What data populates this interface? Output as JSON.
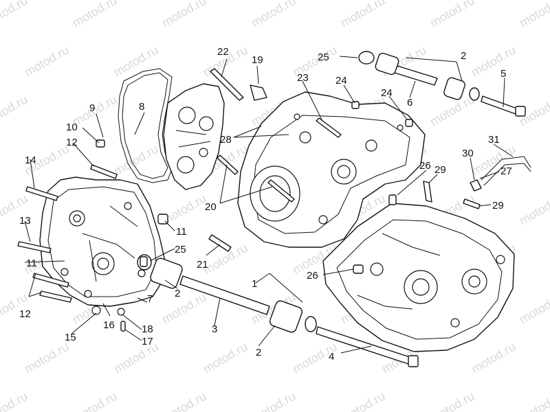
{
  "watermark": "motod.ru",
  "callouts": [
    {
      "id": "c1",
      "label": "1"
    },
    {
      "id": "c2a",
      "label": "2"
    },
    {
      "id": "c2b",
      "label": "2"
    },
    {
      "id": "c2c",
      "label": "2"
    },
    {
      "id": "c3",
      "label": "3"
    },
    {
      "id": "c4",
      "label": "4"
    },
    {
      "id": "c5",
      "label": "5"
    },
    {
      "id": "c6",
      "label": "6"
    },
    {
      "id": "c7",
      "label": "7"
    },
    {
      "id": "c8",
      "label": "8"
    },
    {
      "id": "c9",
      "label": "9"
    },
    {
      "id": "c10",
      "label": "10"
    },
    {
      "id": "c11a",
      "label": "11"
    },
    {
      "id": "c11b",
      "label": "11"
    },
    {
      "id": "c12a",
      "label": "12"
    },
    {
      "id": "c12b",
      "label": "12"
    },
    {
      "id": "c13",
      "label": "13"
    },
    {
      "id": "c14",
      "label": "14"
    },
    {
      "id": "c15",
      "label": "15"
    },
    {
      "id": "c16",
      "label": "16"
    },
    {
      "id": "c17",
      "label": "17"
    },
    {
      "id": "c18",
      "label": "18"
    },
    {
      "id": "c19",
      "label": "19"
    },
    {
      "id": "c20",
      "label": "20"
    },
    {
      "id": "c21",
      "label": "21"
    },
    {
      "id": "c22",
      "label": "22"
    },
    {
      "id": "c23",
      "label": "23"
    },
    {
      "id": "c24a",
      "label": "24"
    },
    {
      "id": "c24b",
      "label": "24"
    },
    {
      "id": "c25a",
      "label": "25"
    },
    {
      "id": "c25b",
      "label": "25"
    },
    {
      "id": "c26a",
      "label": "26"
    },
    {
      "id": "c26b",
      "label": "26"
    },
    {
      "id": "c27",
      "label": "27"
    },
    {
      "id": "c28",
      "label": "28"
    },
    {
      "id": "c29a",
      "label": "29"
    },
    {
      "id": "c29b",
      "label": "29"
    },
    {
      "id": "c30",
      "label": "30"
    },
    {
      "id": "c31",
      "label": "31"
    }
  ]
}
